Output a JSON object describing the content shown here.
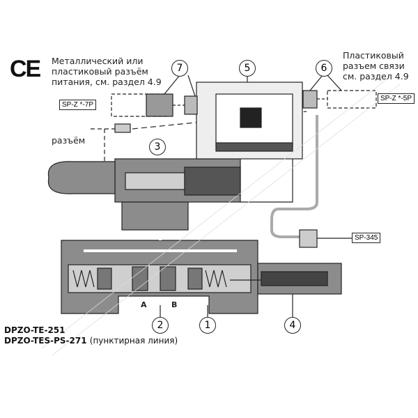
{
  "logo": "CE",
  "labels": {
    "power_connector": [
      "Металлический или",
      "пластиковый разъём",
      "питания, см. раздел 4.9"
    ],
    "comm_connector": [
      "Пластиковый",
      "разъем связи",
      "см. раздел 4.9"
    ],
    "connector": "разъём"
  },
  "codes": {
    "power": "SP-Z *-7P",
    "comm": "SP-Z *-5P",
    "sensor": "SP-345"
  },
  "callouts": [
    "1",
    "2",
    "3",
    "4",
    "5",
    "6",
    "7"
  ],
  "ports": {
    "a": "A",
    "b": "B"
  },
  "models": {
    "first": "DPZO-TE-251",
    "second": "DPZO-TES-PS-271",
    "second_note": "(пунктирная линия)"
  }
}
